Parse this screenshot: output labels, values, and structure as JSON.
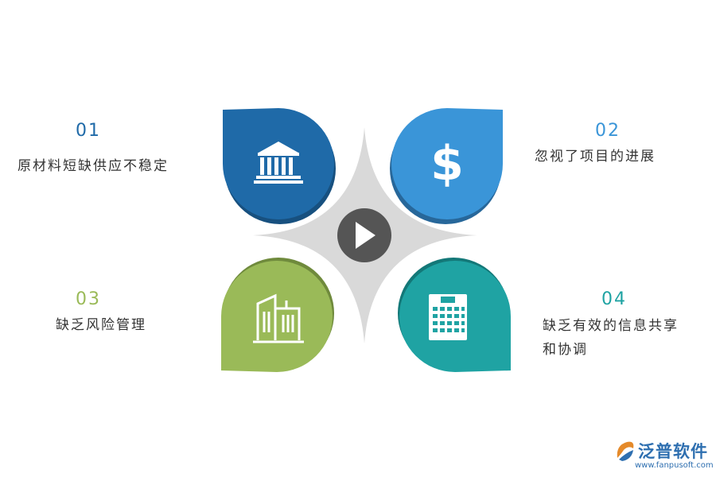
{
  "items": [
    {
      "number": "01",
      "text": "原材料短缺供应不稳定",
      "color": "#1f6aa8",
      "icon": "bank-icon"
    },
    {
      "number": "02",
      "text": "忽视了项目的进展",
      "color": "#3a95d8",
      "icon": "dollar-icon"
    },
    {
      "number": "03",
      "text": "缺乏风险管理",
      "color": "#9aba58",
      "icon": "buildings-icon"
    },
    {
      "number": "04",
      "text_line1": "缺乏有效的信息共享",
      "text_line2": "和协调",
      "color": "#1fa3a3",
      "icon": "office-building-icon"
    }
  ],
  "center": {
    "icon": "play-icon",
    "star_color": "#d9d9d9",
    "button_color": "#555555"
  },
  "brand": {
    "name": "泛普软件",
    "url": "www.fanpusoft.com"
  }
}
